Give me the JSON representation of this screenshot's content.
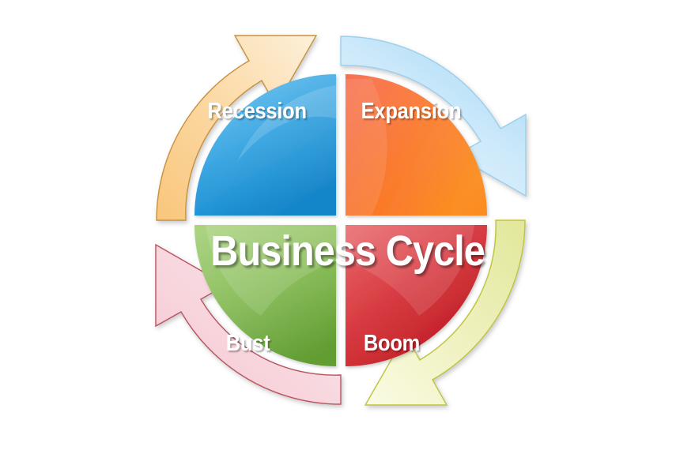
{
  "diagram": {
    "title": "Business Cycle",
    "type": "circular-cycle-diagram",
    "center_label": "Business Cycle",
    "quadrants": [
      {
        "id": "recession",
        "label": "Recession",
        "position": "top-left",
        "fill_color": "#1E9BE0",
        "arrow_color": "#BFE4F8",
        "arrow_direction": "clockwise-to-top-right"
      },
      {
        "id": "expansion",
        "label": "Expansion",
        "position": "top-right",
        "fill_color": "#F85A0C",
        "arrow_color": "#FAD7A5",
        "arrow_direction": "clockwise-to-bottom-right"
      },
      {
        "id": "boom",
        "label": "Boom",
        "position": "bottom-right",
        "fill_color": "#D42027",
        "arrow_color": "#F9DCE2",
        "arrow_direction": "clockwise-to-bottom-left"
      },
      {
        "id": "bust",
        "label": "Bust",
        "position": "bottom-left",
        "fill_color": "#77B340",
        "arrow_color": "#EDEFB0",
        "arrow_direction": "clockwise-to-top-left"
      }
    ],
    "arrows": [
      {
        "id": "arrow-recession",
        "color": "#BFE4F8",
        "edge_color": "#8FC8E8",
        "points": "right-up"
      },
      {
        "id": "arrow-expansion",
        "color": "#FAD7A5",
        "edge_color": "#C98F3E",
        "points": "down-right"
      },
      {
        "id": "arrow-boom",
        "color": "#F9DCE2",
        "edge_color": "#B94550",
        "points": "left-down"
      },
      {
        "id": "arrow-bust",
        "color": "#EDEFB0",
        "edge_color": "#B2B52A",
        "points": "up-left"
      }
    ],
    "background_color": "#FFFFFF"
  }
}
